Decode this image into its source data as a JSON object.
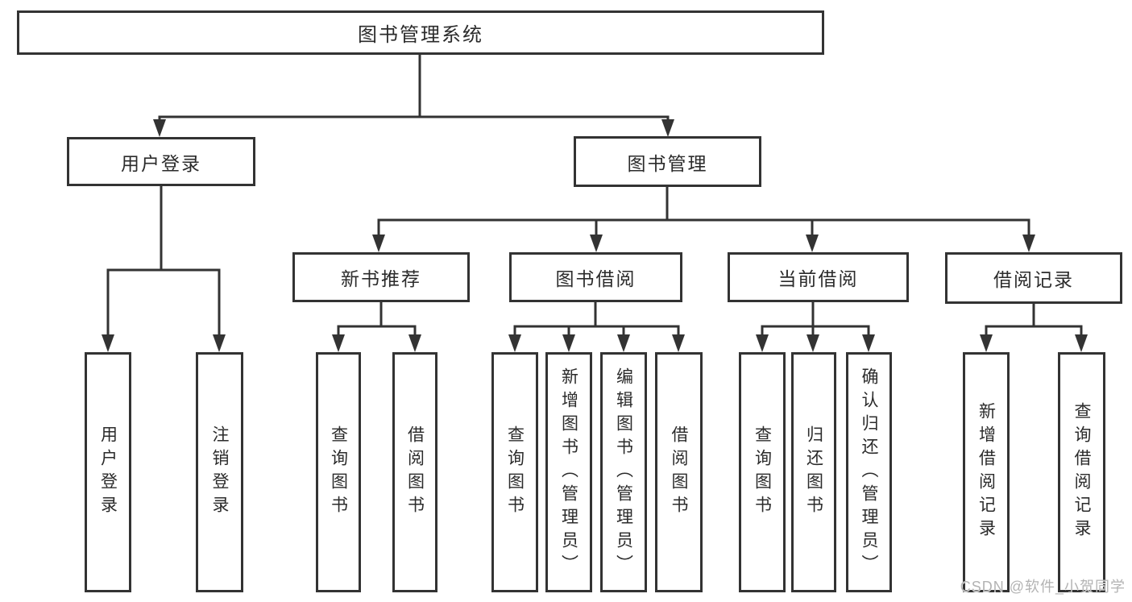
{
  "tree": {
    "label": "图书管理系统",
    "children": [
      {
        "label": "用户登录",
        "children": [
          {
            "label": "用户登录"
          },
          {
            "label": "注销登录"
          }
        ]
      },
      {
        "label": "图书管理",
        "children": [
          {
            "label": "新书推荐",
            "children": [
              {
                "label": "查询图书"
              },
              {
                "label": "借阅图书"
              }
            ]
          },
          {
            "label": "图书借阅",
            "children": [
              {
                "label": "查询图书"
              },
              {
                "label": "新增图书（管理员）"
              },
              {
                "label": "编辑图书（管理员）"
              },
              {
                "label": "借阅图书"
              }
            ]
          },
          {
            "label": "当前借阅",
            "children": [
              {
                "label": "查询图书"
              },
              {
                "label": "归还图书"
              },
              {
                "label": "确认归还（管理员）"
              }
            ]
          },
          {
            "label": "借阅记录",
            "children": [
              {
                "label": "新增借阅记录"
              },
              {
                "label": "查询借阅记录"
              }
            ]
          }
        ]
      }
    ]
  },
  "watermark": {
    "text": "CSDN @软件_小贺同学"
  },
  "colors": {
    "line": "#333333",
    "text": "#2b2b2b",
    "watermark": "#b3b3b3",
    "background": "#ffffff"
  }
}
